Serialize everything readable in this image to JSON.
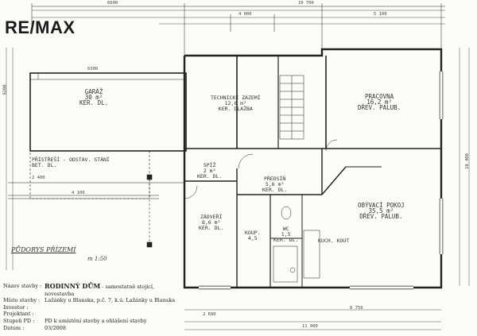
{
  "brand": {
    "logo_text": "RE/MAX"
  },
  "rooms": [
    {
      "id": "garaz",
      "name": "GARÁŽ",
      "area": "30 m²",
      "floor": "KER. DL."
    },
    {
      "id": "technicke",
      "name": "TECHNICKÉ ZÁZEMÍ",
      "area": "12,6 m²",
      "floor": "KER. DLAŽBA"
    },
    {
      "id": "pracovna",
      "name": "PRACOVNA",
      "area": "16,2 m²",
      "floor": "DŘEV. PALUB."
    },
    {
      "id": "pristresi",
      "name": "PŘÍSTŘEŠÍ - ODSTAV. STÁNÍ",
      "area": "",
      "floor": "BET. DL."
    },
    {
      "id": "spiz",
      "name": "SPÍŽ",
      "area": "2 m²",
      "floor": "KER. DL."
    },
    {
      "id": "predsin",
      "name": "PŘEDSÍŇ",
      "area": "5,6 m²",
      "floor": "KER. DL."
    },
    {
      "id": "obyvaci",
      "name": "OBÝVACÍ POKOJ",
      "area": "35,5 m²",
      "floor": "DŘEV. PALUB."
    },
    {
      "id": "zadveri",
      "name": "ZÁDVEŘÍ",
      "area": "8,6 m²",
      "floor": "KER. DL."
    },
    {
      "id": "koup",
      "name": "KOUP.",
      "area": "4,5",
      "floor": ""
    },
    {
      "id": "wc",
      "name": "WC",
      "area": "1,5",
      "floor": "KER. DL."
    },
    {
      "id": "kuch",
      "name": "KUCH. KOUT",
      "area": "",
      "floor": ""
    }
  ],
  "plan_labels": {
    "pudorys": "PŮDORYS PŘÍZEMÍ",
    "scale": "m 1:50",
    "dim_top_1": "6600",
    "dim_top_2": "10 700",
    "dim_top_3": "4 000",
    "dim_top_4": "5 100",
    "dim_bottom_total": "11 000",
    "dim_bottom_1": "2 690",
    "dim_bottom_2": "6 750",
    "side_left": "9200",
    "side_right": "10 400",
    "garage_width": "6300",
    "pristresi_w": "2 400",
    "pristresi_w2": "4 100"
  },
  "title_block": {
    "rows": [
      {
        "key": "Název stavby :",
        "value_bold": "RODINNÝ DŮM",
        "value": " - samostatně stojící, novostavba"
      },
      {
        "key": "Místo stavby :",
        "value_bold": "",
        "value": "Lažánky u Blanska, p.č. 7, k.ú. Lažánky u Blanska"
      },
      {
        "key": "Investor :",
        "value_bold": "",
        "value": ""
      },
      {
        "key": "Projektant :",
        "value_bold": "",
        "value": ""
      },
      {
        "key": "Stupeň PD :",
        "value_bold": "",
        "value": "PD k umístění stavby a ohlášení stavby"
      },
      {
        "key": "Datum :",
        "value_bold": "",
        "value": "03/2008"
      }
    ]
  },
  "colors": {
    "ink": "#222222",
    "paper": "#fbfbf7",
    "hatch": "#6a6a6a"
  }
}
